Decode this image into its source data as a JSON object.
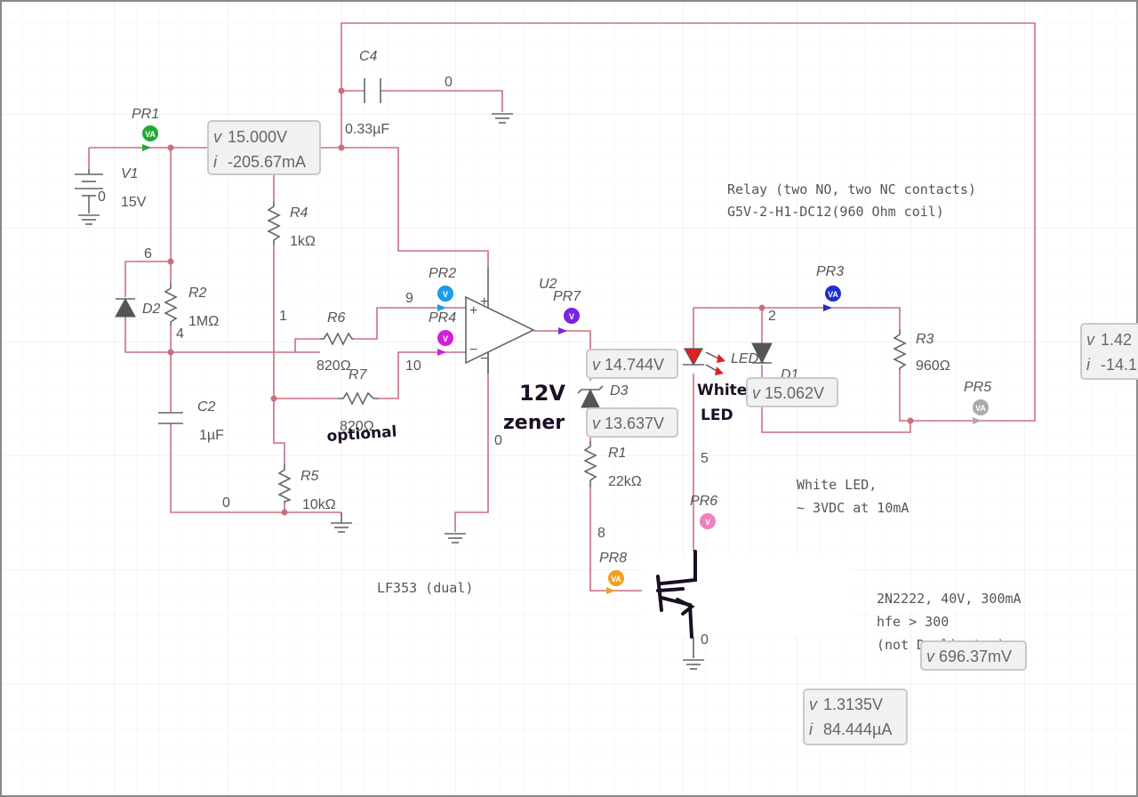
{
  "components": {
    "v1": {
      "ref": "V1",
      "value": "15V",
      "node": "0"
    },
    "c4": {
      "ref": "C4",
      "value": "0.33µF",
      "node": "0"
    },
    "r4": {
      "ref": "R4",
      "value": "1kΩ"
    },
    "r2": {
      "ref": "R2",
      "value": "1MΩ"
    },
    "d2": {
      "ref": "D2"
    },
    "c2": {
      "ref": "C2",
      "value": "1µF"
    },
    "r5": {
      "ref": "R5",
      "value": "10kΩ"
    },
    "r6": {
      "ref": "R6",
      "value": "820Ω"
    },
    "r7": {
      "ref": "R7",
      "value": "820Ω"
    },
    "u2": {
      "ref": "U2",
      "plus": "+",
      "minus": "−"
    },
    "d3": {
      "ref": "D3"
    },
    "r1": {
      "ref": "R1",
      "value": "22kΩ"
    },
    "led1": {
      "ref": "LED1"
    },
    "d1": {
      "ref": "D1"
    },
    "r3": {
      "ref": "R3",
      "value": "960Ω"
    }
  },
  "nodes": {
    "n6": "6",
    "n4": "4",
    "n1": "1",
    "n9": "9",
    "n10": "10",
    "n0_bottom": "0",
    "n0_opamp": "0",
    "n2": "2",
    "n5": "5",
    "n8": "8",
    "n0_q": "0"
  },
  "probes": {
    "pr1": {
      "label": "PR1",
      "type": "VA",
      "color": "#22aa33"
    },
    "pr2": {
      "label": "PR2",
      "type": "V",
      "color": "#1c9be8"
    },
    "pr4": {
      "label": "PR4",
      "type": "V",
      "color": "#d020d8"
    },
    "pr7": {
      "label": "PR7",
      "type": "V",
      "color": "#7a22e6"
    },
    "pr3": {
      "label": "PR3",
      "type": "VA",
      "color": "#1c2ed0"
    },
    "pr5": {
      "label": "PR5",
      "type": "VA",
      "color": "#aaaaaa"
    },
    "pr6": {
      "label": "PR6",
      "type": "V",
      "color": "#f080c0"
    },
    "pr8": {
      "label": "PR8",
      "type": "VA",
      "color": "#f0a020"
    }
  },
  "measurements": {
    "pr1": {
      "v_sym": "v",
      "v": "15.000V",
      "i_sym": "i",
      "i": "-205.67mA"
    },
    "pr7": {
      "v_sym": "v",
      "v": "14.744V"
    },
    "pr4": {
      "v_sym": "v",
      "v": "13.637V"
    },
    "pr3": {
      "v_sym": "v",
      "v": "15.062V"
    },
    "pr5": {
      "v_sym": "v",
      "v": "1.42",
      "i_sym": "i",
      "i": "-14.1"
    },
    "pr6": {
      "v_sym": "v",
      "v": "696.37mV"
    },
    "pr8": {
      "v_sym": "v",
      "v": "1.3135V",
      "i_sym": "i",
      "i": "84.444µA"
    }
  },
  "notes": {
    "relay_line1": "Relay (two NO, two NC contacts)",
    "relay_line2": "G5V-2-H1-DC12(960 Ohm coil)",
    "lf353": "LF353 (dual)",
    "led_line1": "White LED,",
    "led_line2": "~ 3VDC at 10mA",
    "q_line1": "2N2222, 40V, 300mA",
    "q_line2": "hfe > 300",
    "q_line3": "(not Darlington)"
  },
  "handwritten": {
    "zener_line1": "12V",
    "zener_line2": "zener",
    "optional": "optional",
    "white_line1": "White",
    "white_line2": "LED"
  },
  "colors": {
    "wire": "#c8707e",
    "component": "#666666",
    "grid": "#ececec",
    "ink": "#1a0f24"
  }
}
